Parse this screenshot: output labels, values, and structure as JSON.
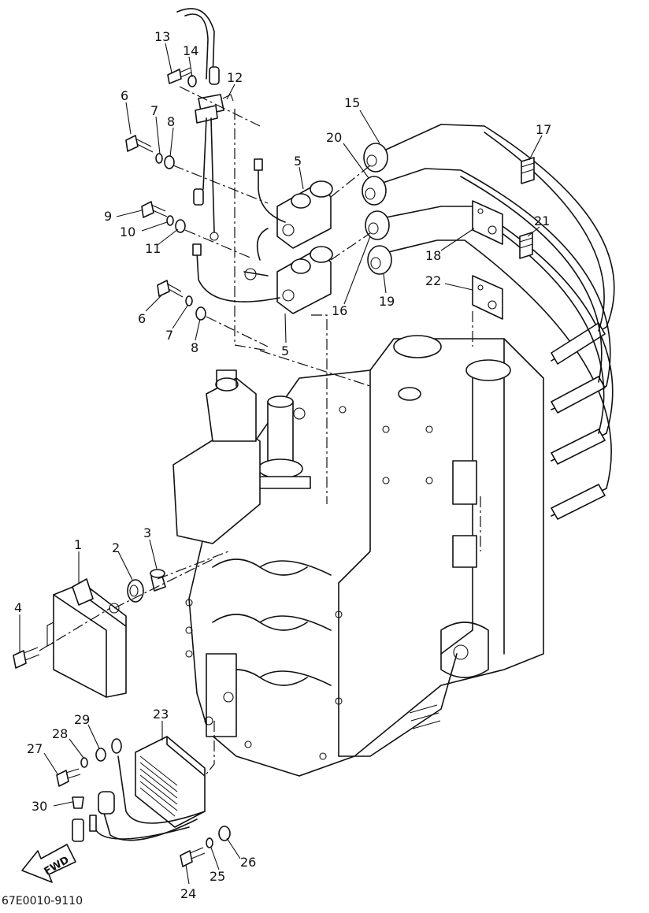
{
  "diagram_code": "67E0010-9110",
  "forward_label": "FWD",
  "callouts": [
    "1",
    "2",
    "3",
    "4",
    "5",
    "5",
    "6",
    "6",
    "7",
    "7",
    "8",
    "8",
    "9",
    "10",
    "11",
    "12",
    "13",
    "14",
    "15",
    "16",
    "17",
    "18",
    "19",
    "20",
    "21",
    "22",
    "23",
    "24",
    "25",
    "26",
    "27",
    "28",
    "29",
    "30"
  ]
}
